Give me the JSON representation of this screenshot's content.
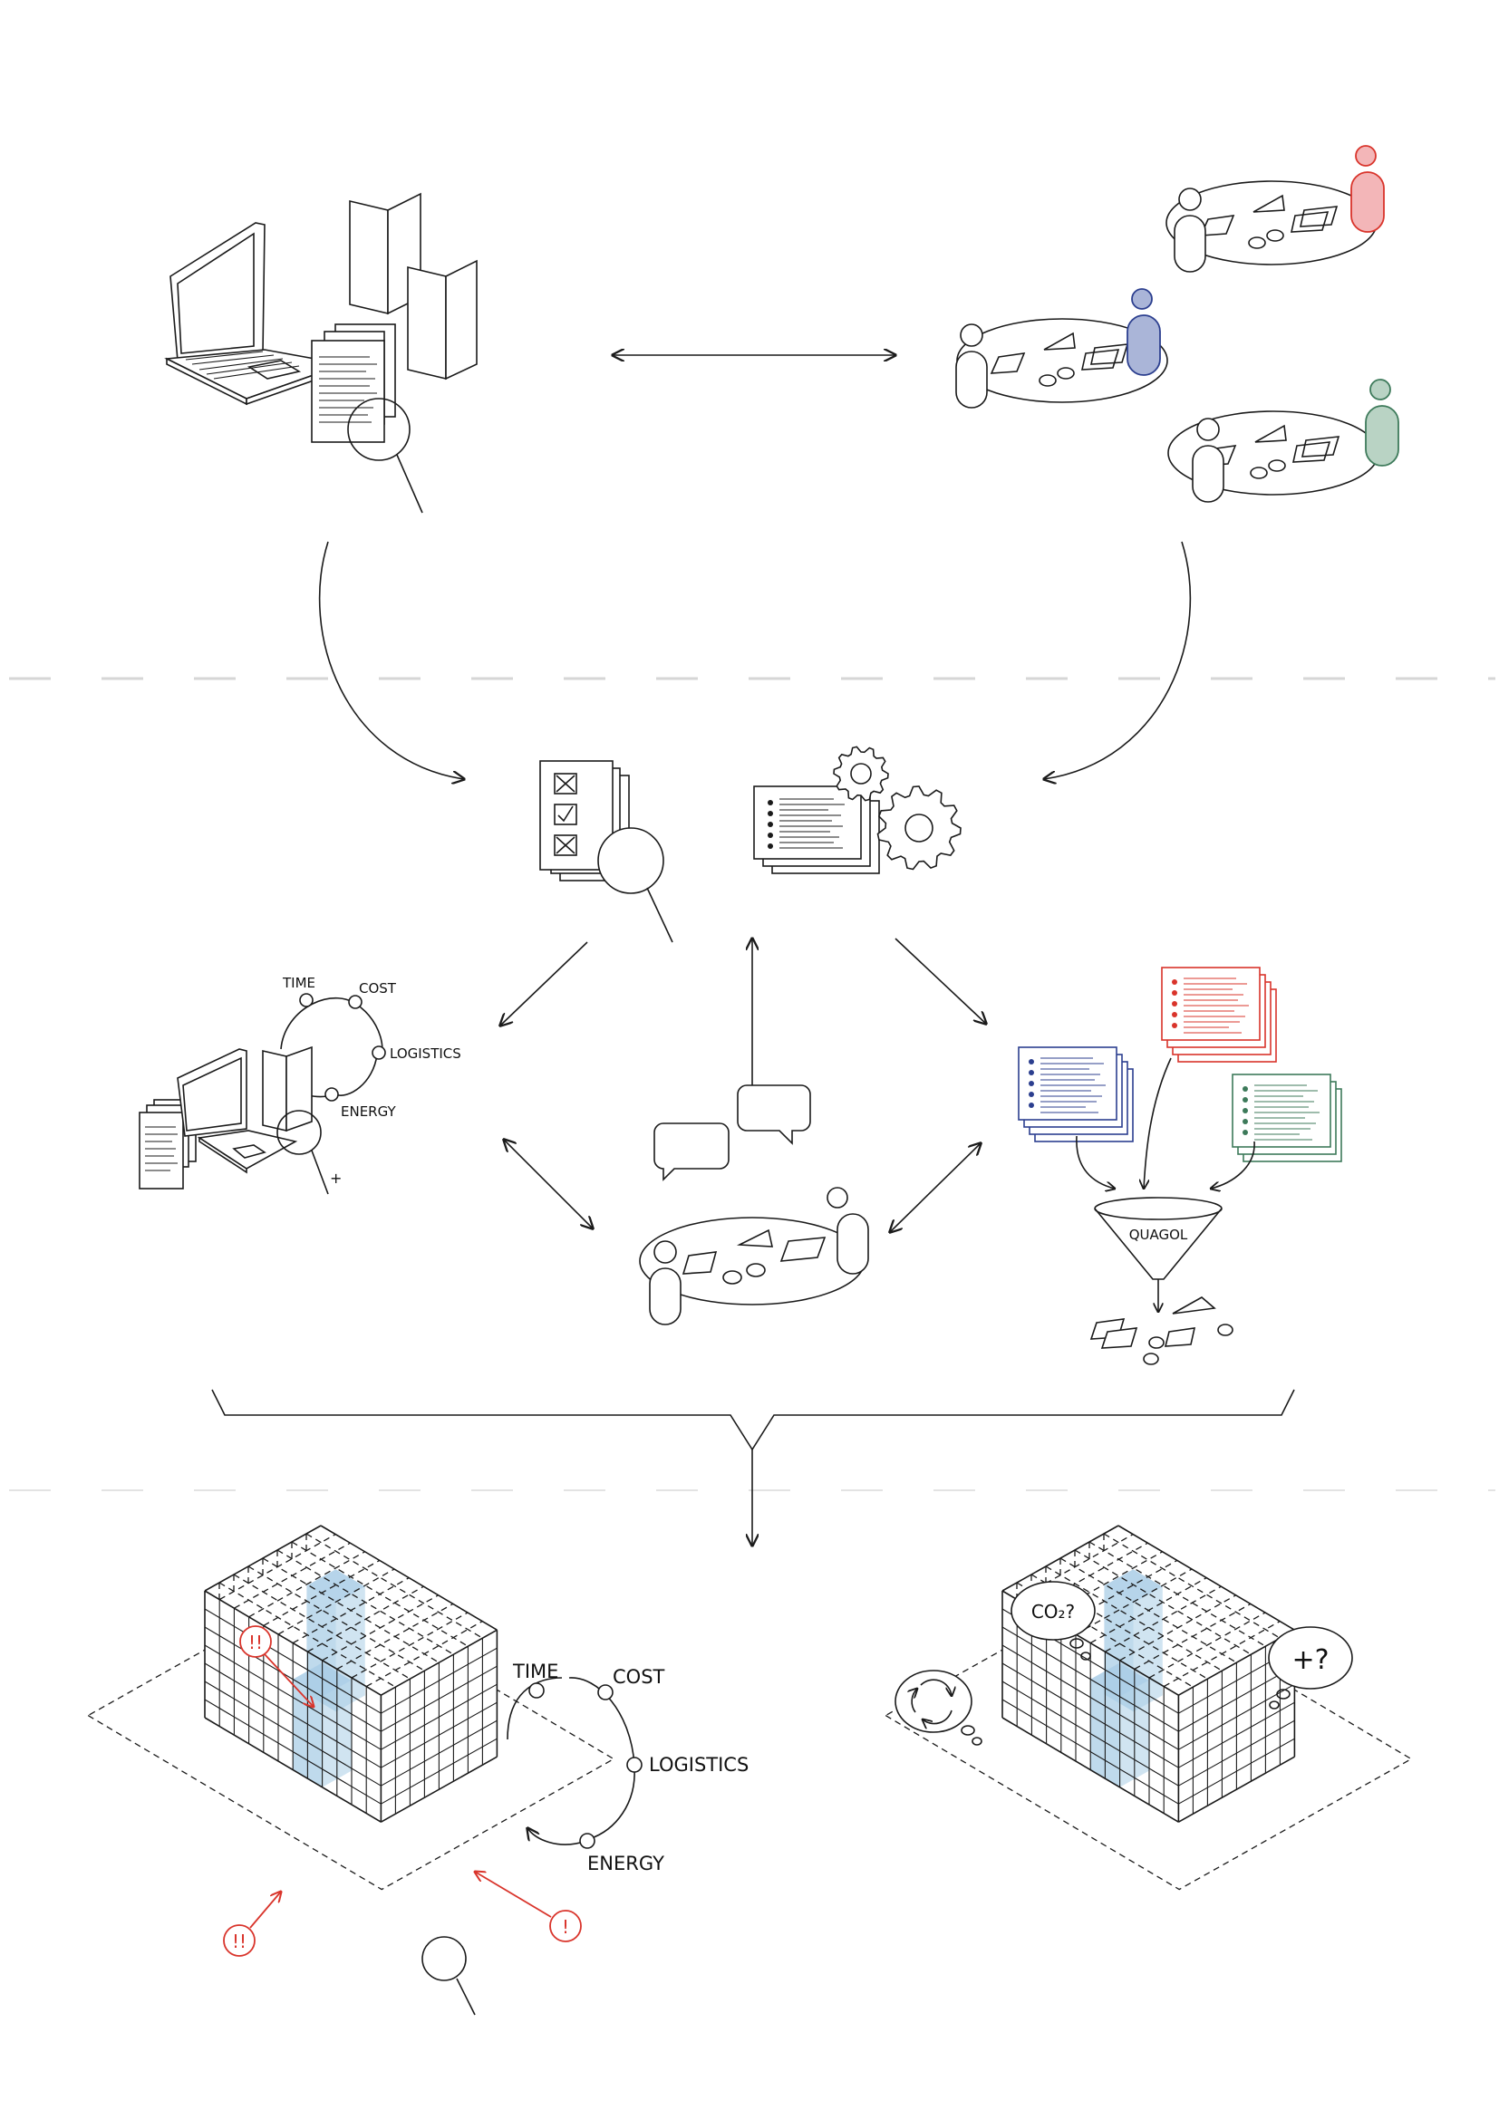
{
  "colors": {
    "red": "#d9342b",
    "red_fill": "#f3b6b8",
    "blue": "#2c3f8f",
    "blue_fill": "#aab5d8",
    "green": "#3d7a5a",
    "green_fill": "#b9d3c4",
    "building_highlight": "#a9cde6",
    "separator": "#d6d6d6"
  },
  "cycle_small": {
    "time": "TIME",
    "cost": "COST",
    "logistics": "LOGISTICS",
    "energy": "ENERGY"
  },
  "cycle_large": {
    "time": "TIME",
    "cost": "COST",
    "logistics": "LOGISTICS",
    "energy": "ENERGY"
  },
  "plus_mark": "+",
  "funnel_label": "QUAGOL",
  "thoughts": {
    "co2": "CO₂?",
    "plus_question": "+?"
  },
  "alerts": {
    "top": "!!",
    "bottom_left": "!!",
    "bottom_right": "!"
  },
  "checklist": {
    "row1": "☒",
    "row2": "☑",
    "row3": "☒"
  },
  "icons": [
    "laptop-icon",
    "booklet-icon",
    "document-stack-icon",
    "magnifier-icon",
    "person-icon",
    "meeting-table-icon",
    "checklist-icon",
    "gear-icon",
    "speech-bubble-icon",
    "funnel-icon",
    "building-icon",
    "cycle-arrows-icon"
  ]
}
